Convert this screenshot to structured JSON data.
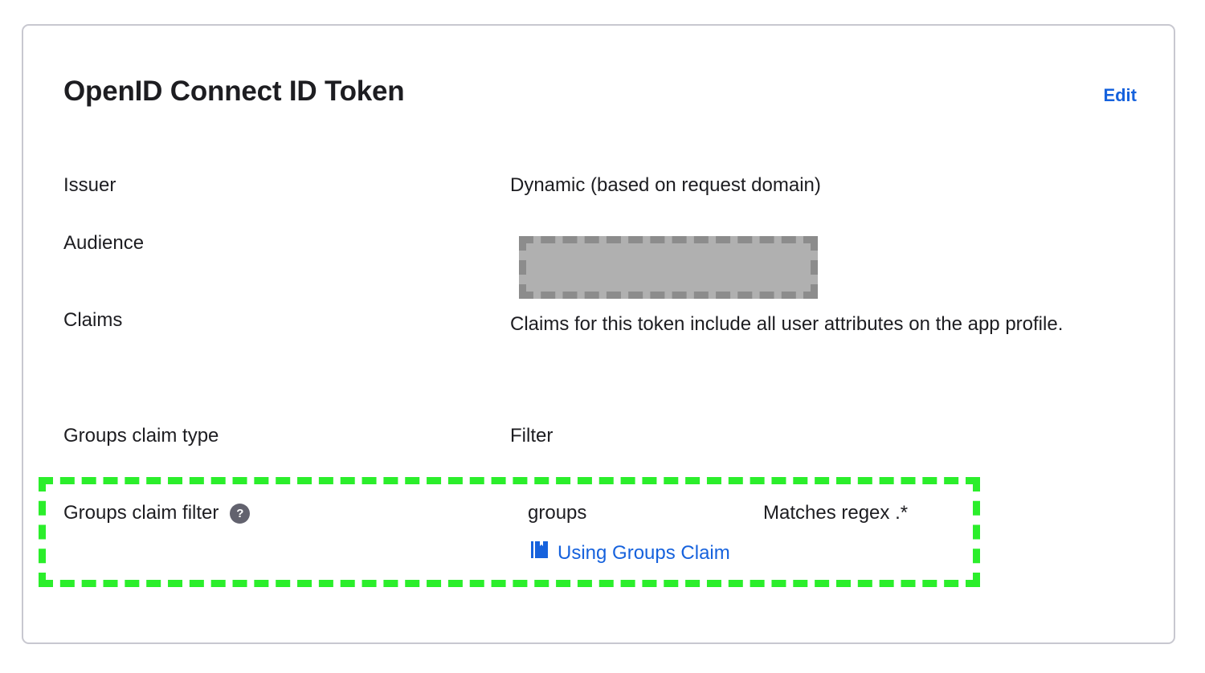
{
  "card": {
    "title": "OpenID Connect ID Token",
    "edit_label": "Edit"
  },
  "rows": {
    "issuer": {
      "label": "Issuer",
      "value": "Dynamic (based on request domain)"
    },
    "audience": {
      "label": "Audience",
      "value": "",
      "redacted": true
    },
    "claims": {
      "label": "Claims",
      "value": "Claims for this token include all user attributes on the app profile."
    },
    "groups_claim_type": {
      "label": "Groups claim type",
      "value": "Filter"
    },
    "groups_claim_filter": {
      "label": "Groups claim filter",
      "help_icon": "help-circle-icon",
      "help_glyph": "?",
      "claim_name": "groups",
      "match_rule": "Matches regex .*",
      "doc_link_label": "Using Groups Claim",
      "doc_link_icon": "book-icon"
    }
  },
  "colors": {
    "link_blue": "#1662dd",
    "text_dark": "#1d1d21",
    "card_border": "#c8c8d0",
    "highlight_green": "#2bee2b",
    "redaction_fill": "#b0b0b0",
    "redaction_border": "#8c8c8c",
    "help_icon_bg": "#62626e"
  }
}
